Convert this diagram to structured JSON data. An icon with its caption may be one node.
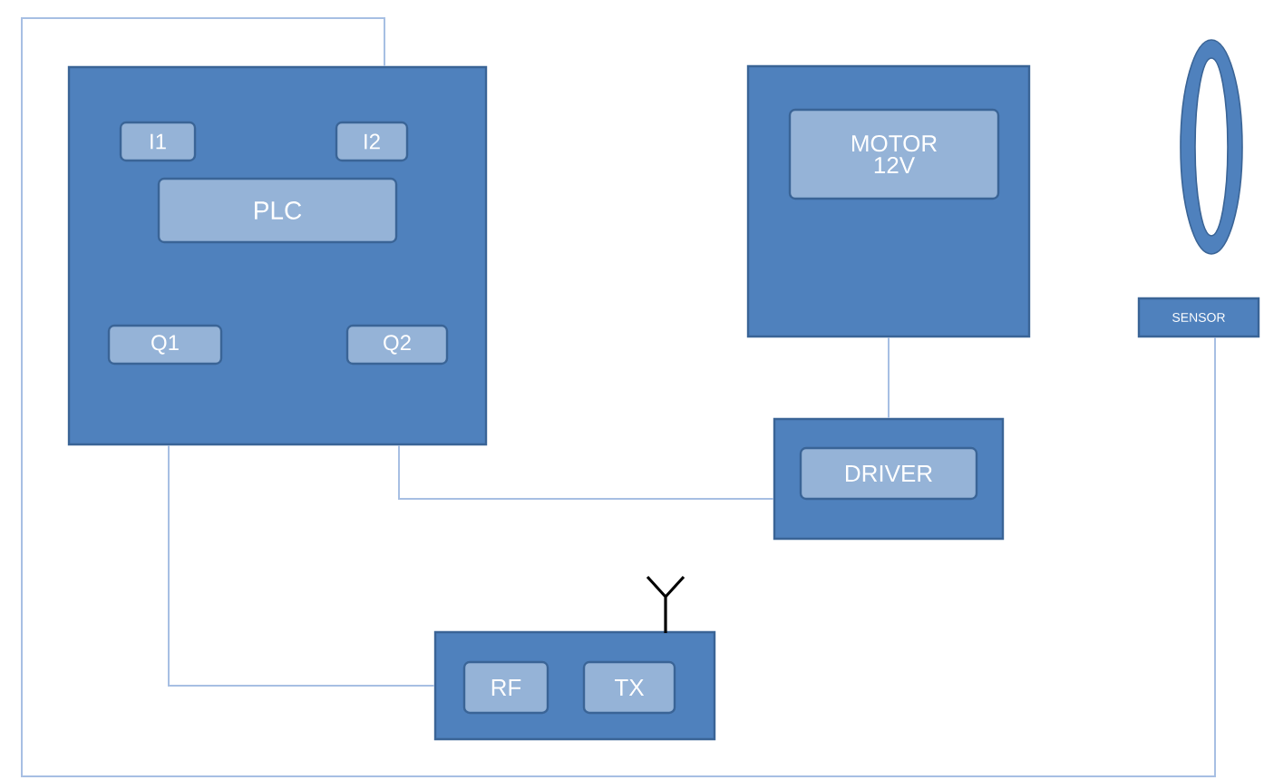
{
  "diagram": {
    "nodes": [
      {
        "text": [],
        "shape": "box"
      },
      {
        "text": [
          "I1"
        ],
        "in": 0
      },
      {
        "text": [
          "I2"
        ],
        "in": 0
      },
      {
        "text": [
          "PLC"
        ],
        "in": 0
      },
      {
        "text": [
          "Q1"
        ],
        "in": 0
      },
      {
        "text": [
          "Q2"
        ],
        "in": 0
      },
      {
        "text": [],
        "shape": "box"
      },
      {
        "text": [
          "MOTOR 12V"
        ],
        "in": 6
      },
      {
        "text": [
          "SENSOR"
        ]
      },
      {
        "text": [],
        "shape": "box"
      },
      {
        "text": [
          "DRIVER"
        ],
        "in": 9
      },
      {
        "text": [],
        "shape": "box"
      },
      {
        "text": [
          "RF"
        ],
        "in": 11
      },
      {
        "text": [
          "TX"
        ],
        "in": 11
      }
    ],
    "edges": [
      {
        "from": 0,
        "to": 8,
        "arrow": "none"
      },
      {
        "from": 0,
        "to": 11,
        "arrow": "none"
      },
      {
        "from": 0,
        "to": 9,
        "arrow": "none"
      },
      {
        "from": 6,
        "to": 9,
        "arrow": "none"
      }
    ]
  }
}
